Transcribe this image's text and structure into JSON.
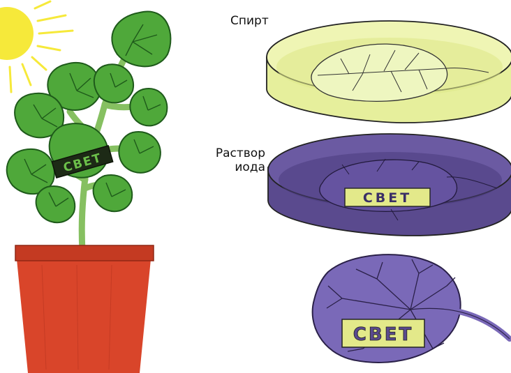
{
  "labels": {
    "alcohol": "Спирт",
    "iodine_line1": "Раствор",
    "iodine_line2": "иода",
    "stencil_text": "СВЕТ"
  },
  "colors": {
    "sun": "#f6e93a",
    "leaf": "#4fa83a",
    "leaf_vein": "#1e5a1a",
    "pot": "#d9452a",
    "alcohol_liquid": "#e6ef9c",
    "iodine_liquid": "#5a4a8e",
    "iodine_leaf": "#7a69b8",
    "stencil": "#e3e98a"
  }
}
